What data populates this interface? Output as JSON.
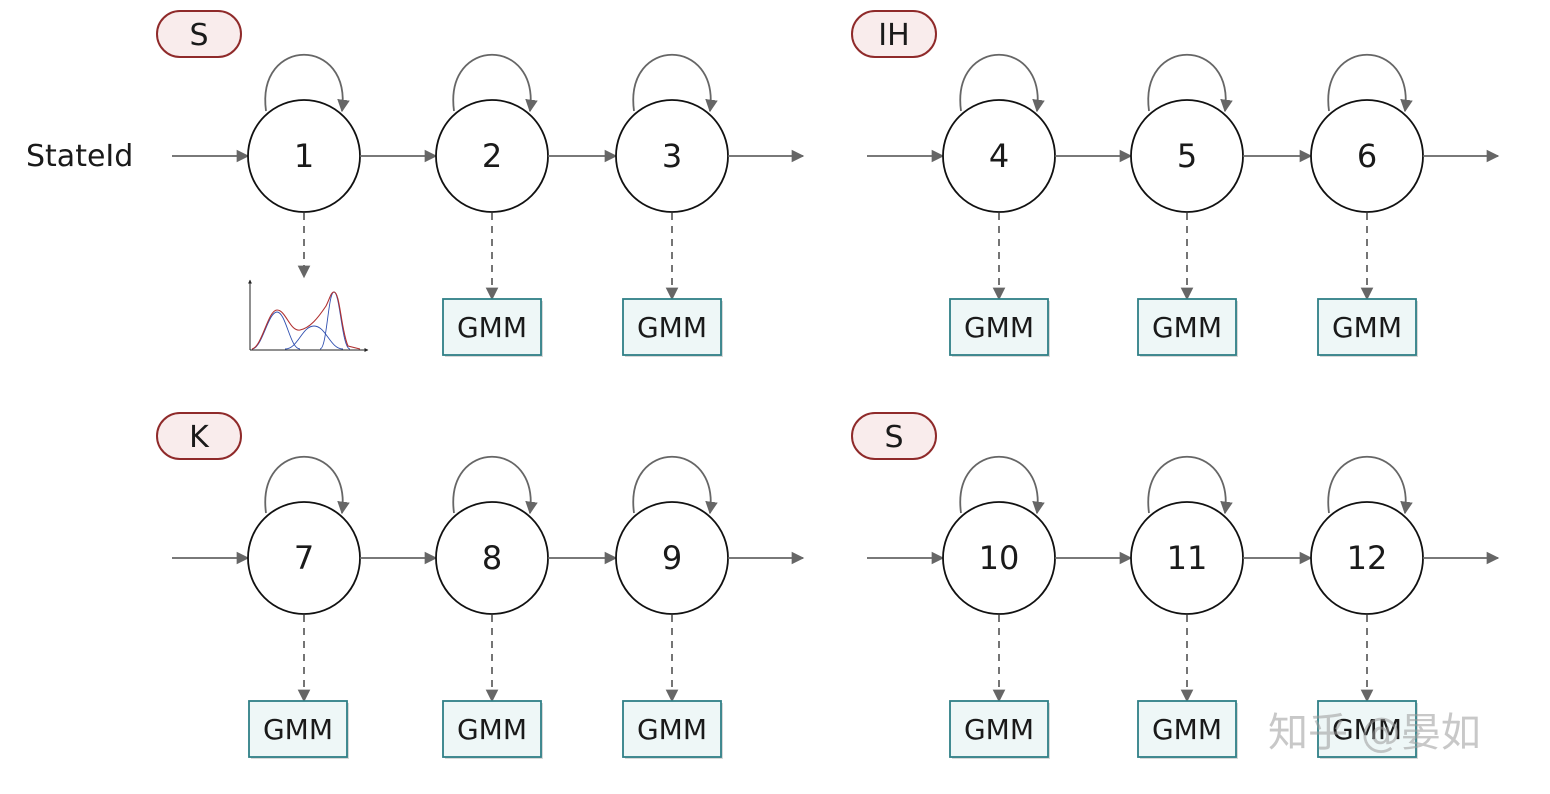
{
  "row_label": "StateId",
  "box_label": "GMM",
  "watermark": "知乎 @晏如",
  "colors": {
    "edge": "#666666",
    "node_stroke": "#111111",
    "tag_fill": "#f9ecec",
    "tag_stroke": "#8f2a2a",
    "box_fill": "#eef7f7",
    "box_stroke": "#2f7f86",
    "gauss_red": "#b03030",
    "gauss_blue": "#3050b0"
  },
  "phonemes": [
    {
      "label": "S",
      "states": [
        "1",
        "2",
        "3"
      ],
      "first_emission": "gaussian-mixture-plot"
    },
    {
      "label": "IH",
      "states": [
        "4",
        "5",
        "6"
      ]
    },
    {
      "label": "K",
      "states": [
        "7",
        "8",
        "9"
      ]
    },
    {
      "label": "S",
      "states": [
        "10",
        "11",
        "12"
      ]
    }
  ]
}
